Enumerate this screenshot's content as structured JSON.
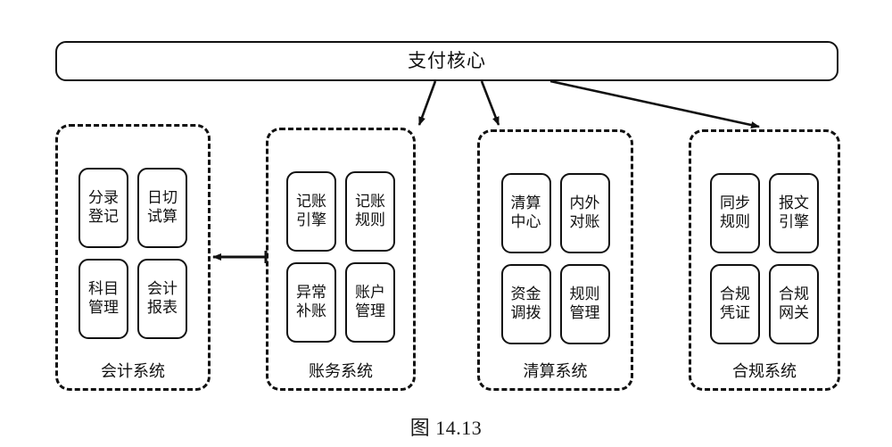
{
  "figure": {
    "caption": "图 14.13",
    "core": {
      "label": "支付核心"
    },
    "groups": [
      {
        "id": "accounting",
        "label": "会计系统",
        "units": [
          {
            "line1": "分录",
            "line2": "登记"
          },
          {
            "line1": "日切",
            "line2": "试算"
          },
          {
            "line1": "科目",
            "line2": "管理"
          },
          {
            "line1": "会计",
            "line2": "报表"
          }
        ]
      },
      {
        "id": "ledger",
        "label": "账务系统",
        "units": [
          {
            "line1": "记账",
            "line2": "引擎"
          },
          {
            "line1": "记账",
            "line2": "规则"
          },
          {
            "line1": "异常",
            "line2": "补账"
          },
          {
            "line1": "账户",
            "line2": "管理"
          }
        ]
      },
      {
        "id": "clearing",
        "label": "清算系统",
        "units": [
          {
            "line1": "清算",
            "line2": "中心"
          },
          {
            "line1": "内外",
            "line2": "对账"
          },
          {
            "line1": "资金",
            "line2": "调拨"
          },
          {
            "line1": "规则",
            "line2": "管理"
          }
        ]
      },
      {
        "id": "compliance",
        "label": "合规系统",
        "units": [
          {
            "line1": "同步",
            "line2": "规则"
          },
          {
            "line1": "报文",
            "line2": "引擎"
          },
          {
            "line1": "合规",
            "line2": "凭证"
          },
          {
            "line1": "合规",
            "line2": "网关"
          }
        ]
      }
    ],
    "colors": {
      "stroke": "#111111",
      "background": "#ffffff"
    }
  }
}
